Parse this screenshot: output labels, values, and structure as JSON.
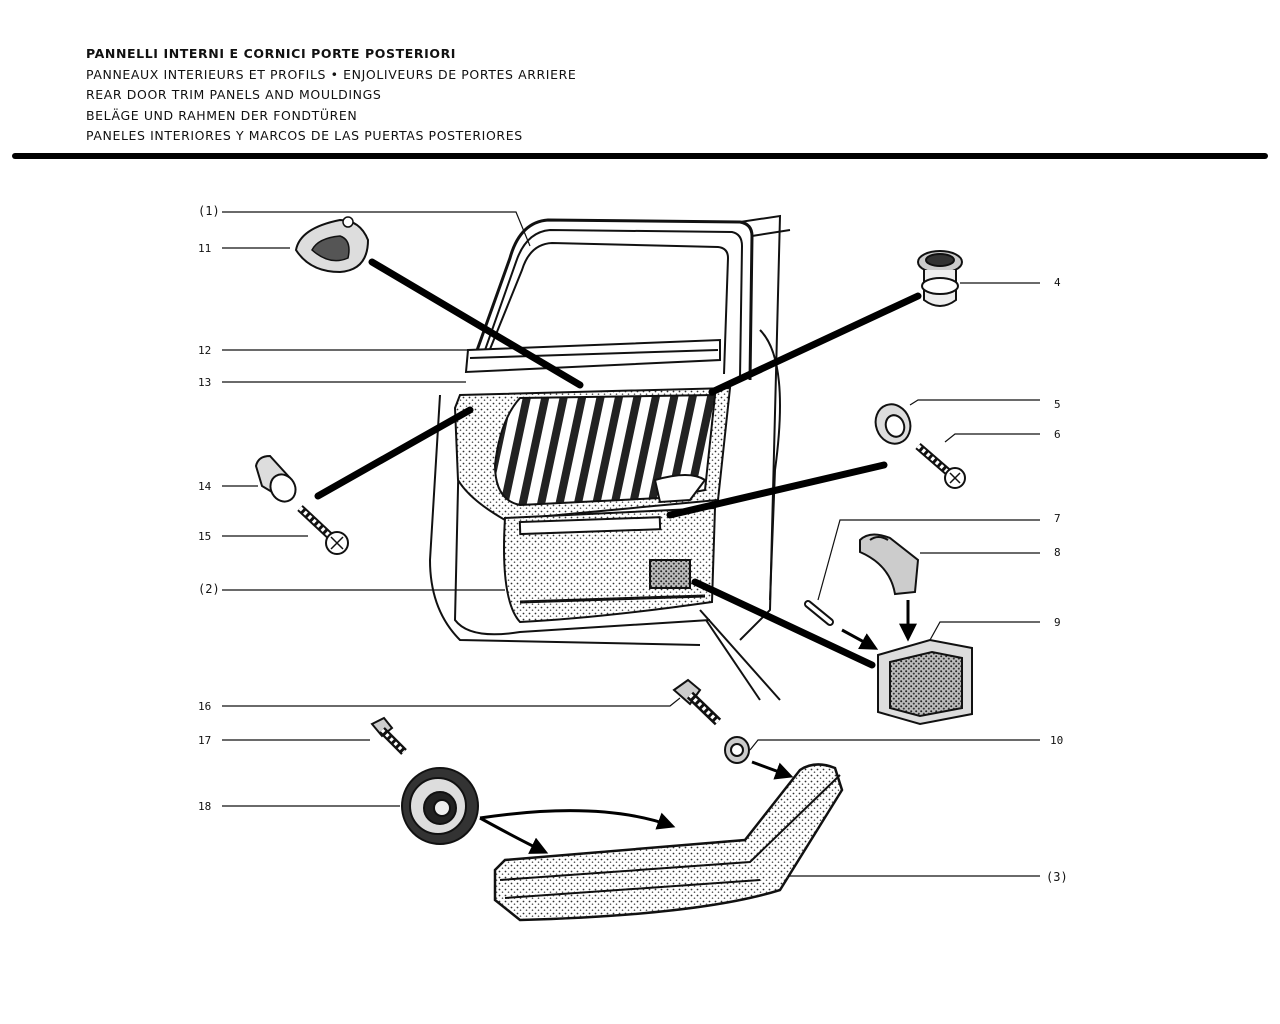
{
  "header": {
    "lines": [
      "PANNELLI INTERNI E CORNICI PORTE POSTERIORI",
      "PANNEAUX INTERIEURS ET PROFILS • ENJOLIVEURS DE PORTES ARRIERE",
      "REAR DOOR TRIM PANELS AND MOULDINGS",
      "BELÄGE UND RAHMEN DER FONDTÜREN",
      "PANELES INTERIORES Y MARCOS DE LAS PUERTAS POSTERIORES"
    ]
  },
  "callouts": {
    "c1": "(1)",
    "c2": "(2)",
    "c3": "(3)",
    "c4": "4",
    "c5": "5",
    "c6": "6",
    "c7": "7",
    "c8": "8",
    "c9": "9",
    "c10": "10",
    "c11": "11",
    "c12": "12",
    "c13": "13",
    "c14": "14",
    "c15": "15",
    "c16": "16",
    "c17": "17",
    "c18": "18"
  }
}
